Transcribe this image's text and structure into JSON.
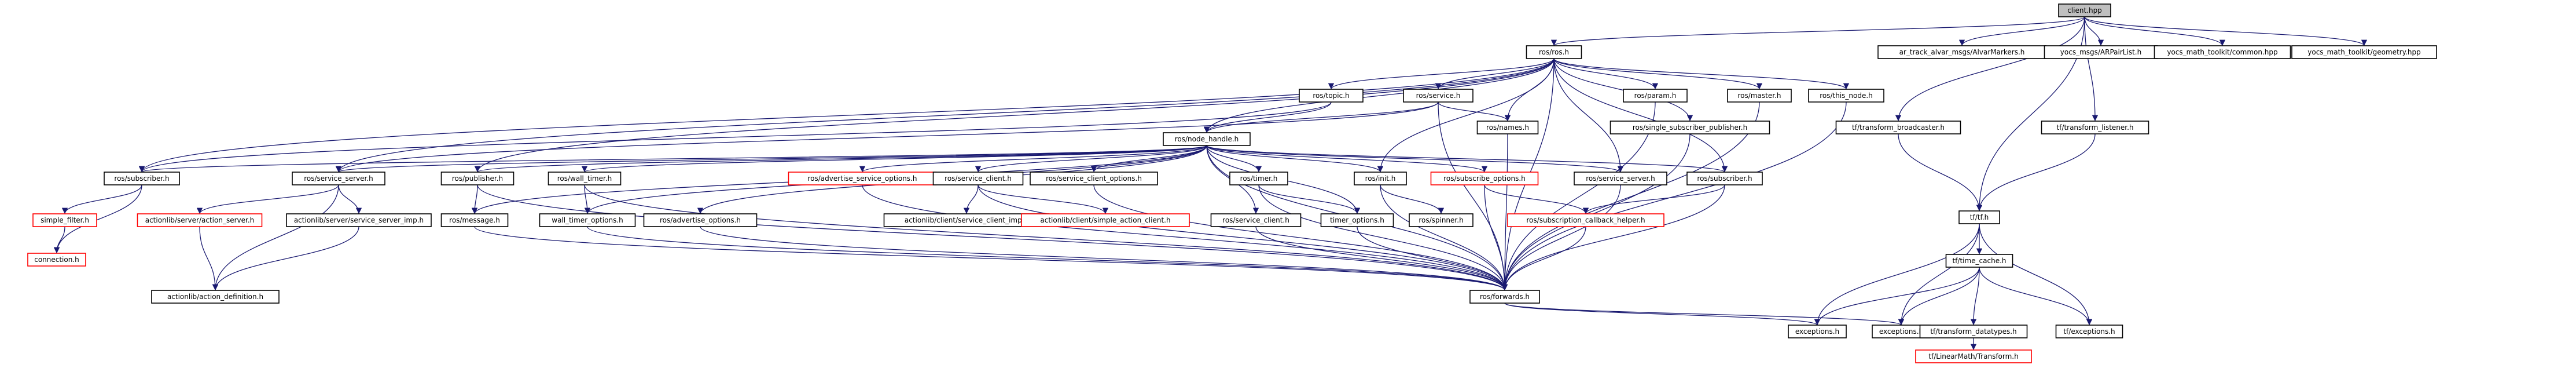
{
  "colors": {
    "background": "#ffffff",
    "edge": "#191970",
    "node_border_normal": "#000000",
    "node_border_external": "#ff0000",
    "node_fill_root": "#bfbfbf",
    "node_fill_normal": "#ffffff",
    "text": "#000000"
  },
  "nodes": {
    "client": {
      "label": "client.hpp",
      "kind": "root"
    },
    "ros_ros": {
      "label": "ros/ros.h",
      "kind": "normal"
    },
    "ar_track": {
      "label": "ar_track_alvar_msgs/AlvarMarkers.h",
      "kind": "normal"
    },
    "yocs_arpair": {
      "label": "yocs_msgs/ARPairList.h",
      "kind": "normal"
    },
    "yocs_common": {
      "label": "yocs_math_toolkit/common.hpp",
      "kind": "normal"
    },
    "yocs_geometry": {
      "label": "yocs_math_toolkit/geometry.hpp",
      "kind": "normal"
    },
    "ros_topic": {
      "label": "ros/topic.h",
      "kind": "normal"
    },
    "ros_service": {
      "label": "ros/service.h",
      "kind": "normal"
    },
    "ros_param": {
      "label": "ros/param.h",
      "kind": "normal"
    },
    "ros_master": {
      "label": "ros/master.h",
      "kind": "normal"
    },
    "ros_this_node": {
      "label": "ros/this_node.h",
      "kind": "normal"
    },
    "ros_names": {
      "label": "ros/names.h",
      "kind": "normal"
    },
    "ros_single_pub": {
      "label": "ros/single_subscriber_publisher.h",
      "kind": "normal"
    },
    "tf_broadcaster": {
      "label": "tf/transform_broadcaster.h",
      "kind": "normal"
    },
    "tf_listener": {
      "label": "tf/transform_listener.h",
      "kind": "normal"
    },
    "ros_node_handle": {
      "label": "ros/node_handle.h",
      "kind": "normal"
    },
    "ros_subscriber_l": {
      "label": "ros/subscriber.h",
      "kind": "normal"
    },
    "ros_service_server": {
      "label": "ros/service_server.h",
      "kind": "normal"
    },
    "ros_publisher": {
      "label": "ros/publisher.h",
      "kind": "normal"
    },
    "ros_wall_timer": {
      "label": "ros/wall_timer.h",
      "kind": "normal"
    },
    "ros_adv_srv_opts": {
      "label": "ros/advertise_service_options.h",
      "kind": "external"
    },
    "ros_service_client": {
      "label": "ros/service_client.h",
      "kind": "normal"
    },
    "ros_service_client_opts": {
      "label": "ros/service_client_options.h",
      "kind": "normal"
    },
    "ros_timer": {
      "label": "ros/timer.h",
      "kind": "normal"
    },
    "ros_init": {
      "label": "ros/init.h",
      "kind": "normal"
    },
    "ros_subscribe_opts": {
      "label": "ros/subscribe_options.h",
      "kind": "external"
    },
    "ros_service_server_r": {
      "label": "ros/service_server.h",
      "kind": "normal"
    },
    "ros_subscriber_r": {
      "label": "ros/subscriber.h",
      "kind": "normal"
    },
    "tf_tf": {
      "label": "tf/tf.h",
      "kind": "normal"
    },
    "simple_filter": {
      "label": "simple_filter.h",
      "kind": "external"
    },
    "action_server": {
      "label": "actionlib/server/action_server.h",
      "kind": "external"
    },
    "action_server_imp": {
      "label": "actionlib/server/service_server_imp.h",
      "kind": "normal"
    },
    "ros_message": {
      "label": "ros/message.h",
      "kind": "normal"
    },
    "wall_timer_opts": {
      "label": "wall_timer_options.h",
      "kind": "normal"
    },
    "ros_adv_opts": {
      "label": "ros/advertise_options.h",
      "kind": "normal"
    },
    "srv_client_imp": {
      "label": "actionlib/client/service_client_imp.h",
      "kind": "normal"
    },
    "simple_action_client": {
      "label": "actionlib/client/simple_action_client.h",
      "kind": "external"
    },
    "ros_service_client2": {
      "label": "ros/service_client.h",
      "kind": "normal"
    },
    "timer_opts": {
      "label": "timer_options.h",
      "kind": "normal"
    },
    "ros_spinner": {
      "label": "ros/spinner.h",
      "kind": "normal"
    },
    "sub_cb_helper": {
      "label": "ros/subscription_callback_helper.h",
      "kind": "external"
    },
    "tf_time_cache": {
      "label": "tf/time_cache.h",
      "kind": "normal"
    },
    "connection": {
      "label": "connection.h",
      "kind": "external"
    },
    "action_def": {
      "label": "actionlib/action_definition.h",
      "kind": "normal"
    },
    "ros_forwards": {
      "label": "ros/forwards.h",
      "kind": "normal"
    },
    "exceptions_1": {
      "label": "exceptions.h",
      "kind": "normal"
    },
    "exceptions_2": {
      "label": "exceptions.h",
      "kind": "normal"
    },
    "tf_datatypes": {
      "label": "tf/transform_datatypes.h",
      "kind": "normal"
    },
    "tf_exceptions": {
      "label": "tf/exceptions.h",
      "kind": "normal"
    },
    "tf_linearmath": {
      "label": "tf/LinearMath/Transform.h",
      "kind": "external"
    }
  },
  "edges": [
    [
      "client",
      "ros_ros"
    ],
    [
      "client",
      "ar_track"
    ],
    [
      "client",
      "yocs_arpair"
    ],
    [
      "client",
      "yocs_common"
    ],
    [
      "client",
      "yocs_geometry"
    ],
    [
      "client",
      "tf_broadcaster"
    ],
    [
      "client",
      "tf_listener"
    ],
    [
      "client",
      "tf_tf"
    ],
    [
      "ros_ros",
      "ros_topic"
    ],
    [
      "ros_ros",
      "ros_service"
    ],
    [
      "ros_ros",
      "ros_param"
    ],
    [
      "ros_ros",
      "ros_master"
    ],
    [
      "ros_ros",
      "ros_this_node"
    ],
    [
      "ros_ros",
      "ros_names"
    ],
    [
      "ros_ros",
      "ros_single_pub"
    ],
    [
      "ros_ros",
      "ros_node_handle"
    ],
    [
      "ros_ros",
      "ros_subscriber_l"
    ],
    [
      "ros_ros",
      "ros_service_server"
    ],
    [
      "ros_ros",
      "ros_publisher"
    ],
    [
      "ros_ros",
      "ros_init"
    ],
    [
      "ros_ros",
      "ros_service_server_r"
    ],
    [
      "ros_ros",
      "ros_subscriber_r"
    ],
    [
      "ros_ros",
      "ros_forwards"
    ],
    [
      "ros_topic",
      "ros_node_handle"
    ],
    [
      "ros_topic",
      "ros_subscriber_l"
    ],
    [
      "ros_service",
      "ros_node_handle"
    ],
    [
      "ros_service",
      "ros_names"
    ],
    [
      "ros_service",
      "ros_service_server"
    ],
    [
      "ros_service",
      "ros_forwards"
    ],
    [
      "ros_param",
      "ros_forwards"
    ],
    [
      "ros_master",
      "ros_forwards"
    ],
    [
      "ros_this_node",
      "ros_forwards"
    ],
    [
      "ros_names",
      "ros_forwards"
    ],
    [
      "ros_single_pub",
      "ros_forwards"
    ],
    [
      "tf_broadcaster",
      "tf_tf"
    ],
    [
      "tf_listener",
      "tf_tf"
    ],
    [
      "ros_node_handle",
      "ros_subscriber_l"
    ],
    [
      "ros_node_handle",
      "ros_service_server"
    ],
    [
      "ros_node_handle",
      "ros_publisher"
    ],
    [
      "ros_node_handle",
      "ros_wall_timer"
    ],
    [
      "ros_node_handle",
      "ros_adv_srv_opts"
    ],
    [
      "ros_node_handle",
      "ros_service_client"
    ],
    [
      "ros_node_handle",
      "ros_service_client_opts"
    ],
    [
      "ros_node_handle",
      "ros_timer"
    ],
    [
      "ros_node_handle",
      "ros_init"
    ],
    [
      "ros_node_handle",
      "ros_subscribe_opts"
    ],
    [
      "ros_node_handle",
      "ros_service_server_r"
    ],
    [
      "ros_node_handle",
      "ros_subscriber_r"
    ],
    [
      "ros_node_handle",
      "ros_adv_opts"
    ],
    [
      "ros_node_handle",
      "ros_service_client2"
    ],
    [
      "ros_node_handle",
      "ros_message"
    ],
    [
      "ros_node_handle",
      "ros_forwards"
    ],
    [
      "ros_node_handle",
      "timer_opts"
    ],
    [
      "ros_node_handle",
      "wall_timer_opts"
    ],
    [
      "ros_subscriber_l",
      "simple_filter"
    ],
    [
      "ros_subscriber_l",
      "connection"
    ],
    [
      "ros_service_server",
      "action_server"
    ],
    [
      "ros_service_server",
      "action_server_imp"
    ],
    [
      "ros_service_server",
      "action_def"
    ],
    [
      "ros_publisher",
      "ros_message"
    ],
    [
      "ros_publisher",
      "ros_forwards"
    ],
    [
      "ros_wall_timer",
      "wall_timer_opts"
    ],
    [
      "ros_wall_timer",
      "ros_forwards"
    ],
    [
      "ros_adv_srv_opts",
      "ros_forwards"
    ],
    [
      "ros_service_client",
      "srv_client_imp"
    ],
    [
      "ros_service_client",
      "simple_action_client"
    ],
    [
      "ros_service_client",
      "ros_forwards"
    ],
    [
      "ros_service_client_opts",
      "ros_forwards"
    ],
    [
      "ros_timer",
      "timer_opts"
    ],
    [
      "ros_timer",
      "ros_forwards"
    ],
    [
      "ros_init",
      "ros_spinner"
    ],
    [
      "ros_init",
      "ros_forwards"
    ],
    [
      "ros_subscribe_opts",
      "sub_cb_helper"
    ],
    [
      "ros_subscribe_opts",
      "ros_forwards"
    ],
    [
      "ros_service_server_r",
      "ros_forwards"
    ],
    [
      "ros_subscriber_r",
      "sub_cb_helper"
    ],
    [
      "ros_subscriber_r",
      "ros_forwards"
    ],
    [
      "tf_tf",
      "tf_time_cache"
    ],
    [
      "tf_tf",
      "exceptions_1"
    ],
    [
      "tf_tf",
      "exceptions_2"
    ],
    [
      "tf_tf",
      "tf_exceptions"
    ],
    [
      "simple_filter",
      "connection"
    ],
    [
      "action_server",
      "action_def"
    ],
    [
      "action_server_imp",
      "action_def"
    ],
    [
      "ros_message",
      "ros_forwards"
    ],
    [
      "wall_timer_opts",
      "ros_forwards"
    ],
    [
      "ros_adv_opts",
      "ros_forwards"
    ],
    [
      "ros_service_client2",
      "ros_forwards"
    ],
    [
      "timer_opts",
      "ros_forwards"
    ],
    [
      "sub_cb_helper",
      "ros_forwards"
    ],
    [
      "tf_time_cache",
      "exceptions_1"
    ],
    [
      "tf_time_cache",
      "exceptions_2"
    ],
    [
      "tf_time_cache",
      "tf_datatypes"
    ],
    [
      "tf_time_cache",
      "tf_exceptions"
    ],
    [
      "tf_datatypes",
      "tf_linearmath"
    ],
    [
      "ros_forwards",
      "exceptions_1"
    ],
    [
      "ros_forwards",
      "exceptions_2"
    ]
  ]
}
